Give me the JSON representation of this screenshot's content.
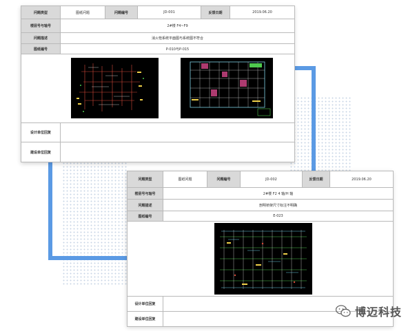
{
  "form1": {
    "problem_type_label": "问题类型",
    "problem_type_value": "图纸问题",
    "problem_no_label": "问题编号",
    "problem_no_value": "JD-001",
    "feedback_date_label": "反馈日期",
    "feedback_date_value": "2019.06.20",
    "floor_axis_label": "楼层号与轴号",
    "floor_axis_value": "2#楼 F4~F9",
    "desc_label": "问题描述",
    "desc_value": "消火栓系统平面图与系统图不符合",
    "drawing_no_label": "图纸编号",
    "drawing_no_value": "P-010与P-015",
    "design_reply_label": "设计单位回复",
    "owner_reply_label": "建设单位回复"
  },
  "form2": {
    "problem_type_label": "问题类型",
    "problem_type_value": "图纸问题",
    "problem_no_label": "问题编号",
    "problem_no_value": "JD-002",
    "feedback_date_label": "反馈日期",
    "feedback_date_value": "2019.06.20",
    "floor_axis_label": "楼层号与轴号",
    "floor_axis_value": "2#楼 F2    4 轴/H 轴",
    "desc_label": "问题描述",
    "desc_value": "剖明桥架尺寸标注不明确",
    "drawing_no_label": "图纸编号",
    "drawing_no_value": "E-023",
    "design_reply_label": "设计单位回复",
    "owner_reply_label": "建设单位回复"
  },
  "watermark": {
    "text": "博迈科技",
    "icon": "wechat-icon"
  }
}
